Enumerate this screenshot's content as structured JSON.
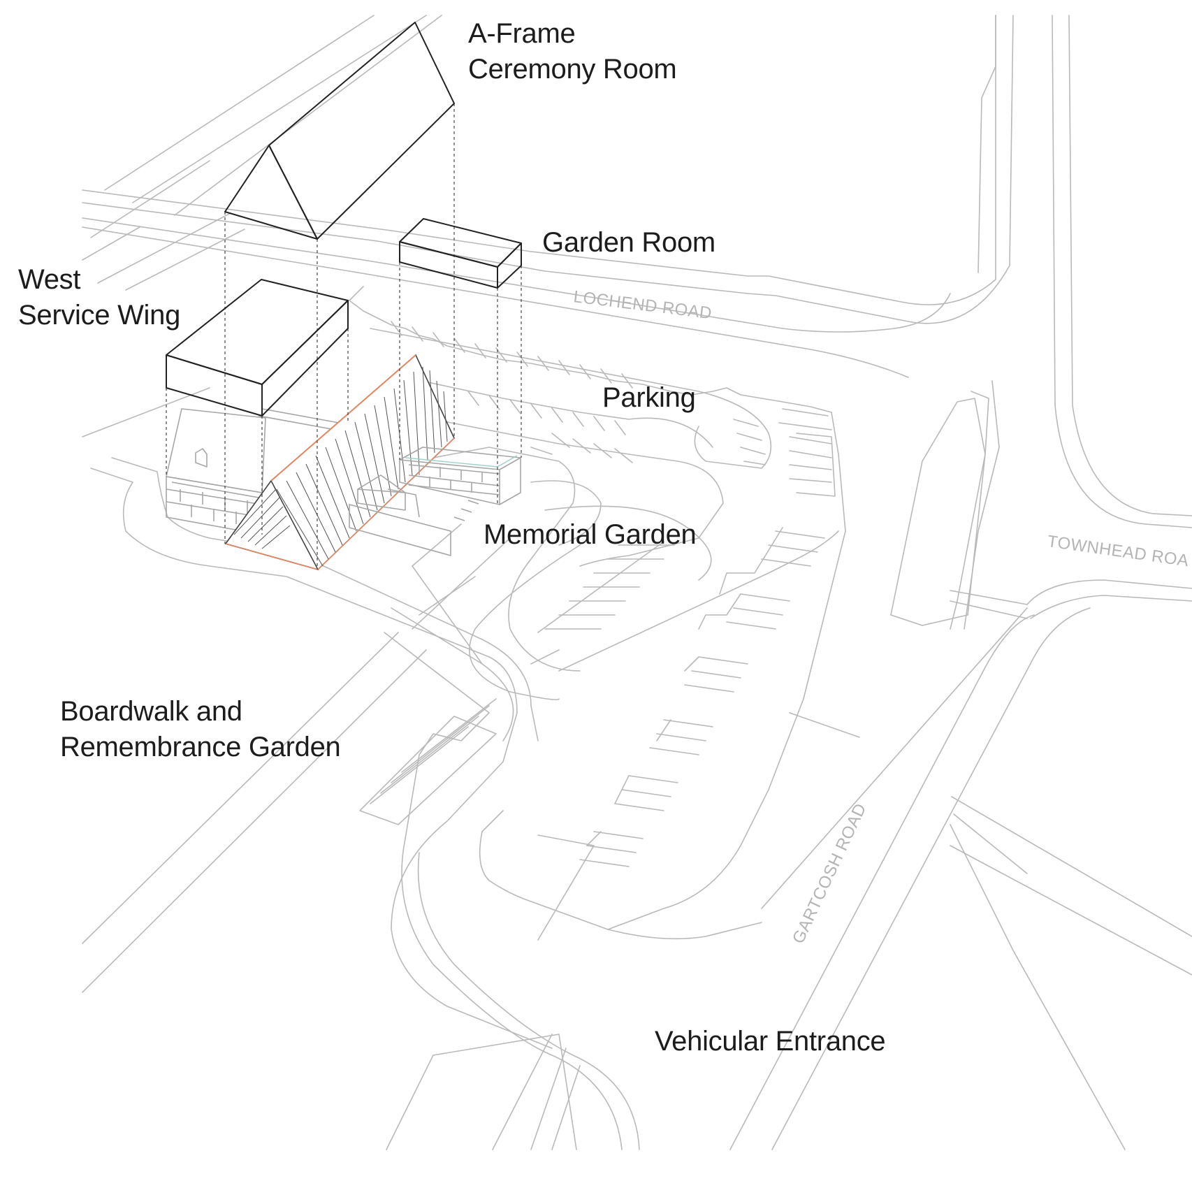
{
  "labels": {
    "a_frame": [
      "A-Frame",
      "Ceremony Room"
    ],
    "garden_room": "Garden Room",
    "west_service_wing": [
      "West",
      "Service Wing"
    ],
    "parking": "Parking",
    "memorial_garden": "Memorial Garden",
    "boardwalk": [
      "Boardwalk and",
      "Remembrance Garden"
    ],
    "vehicular_entrance": "Vehicular Entrance"
  },
  "roads": {
    "lochend": "LOCHEND ROAD",
    "townhead": "TOWNHEAD ROA",
    "gartcosh": "GARTCOSH ROAD"
  },
  "colors": {
    "a_frame": "#e48864",
    "garden_room": "#a0d0cb",
    "west_wing": "#8eaad5",
    "site_lines": "#b9b9b9",
    "text": "#1c1c1c",
    "road_text": "#b4b4b4"
  }
}
